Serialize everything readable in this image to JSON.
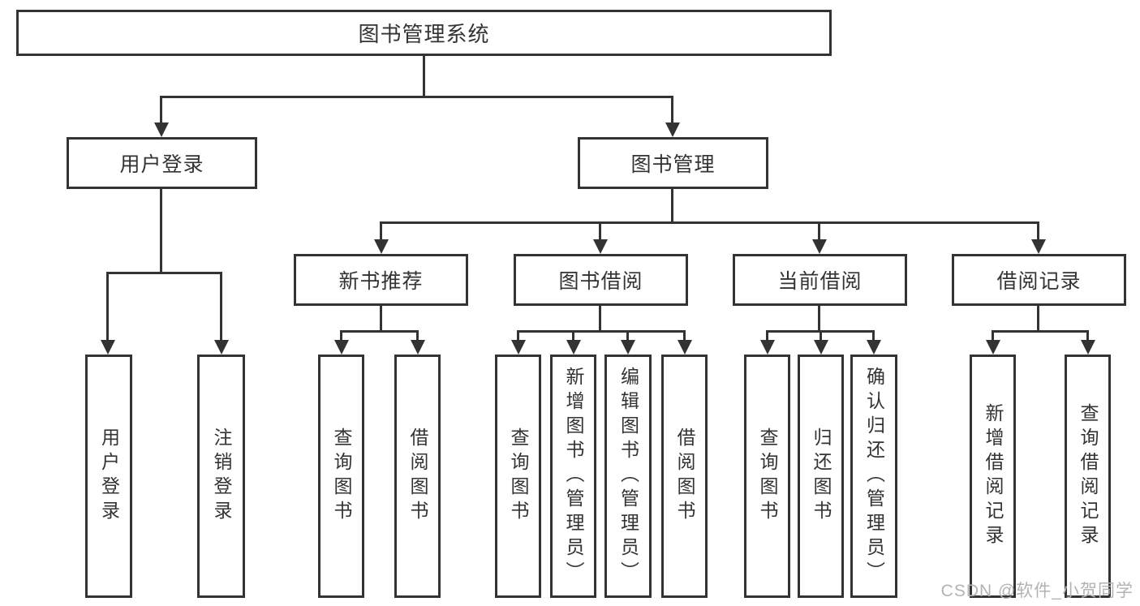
{
  "tree": {
    "root": {
      "label": "图书管理系统"
    },
    "branches": [
      {
        "label": "用户登录",
        "children": [
          {
            "label": "用户登录"
          },
          {
            "label": "注销登录"
          }
        ]
      },
      {
        "label": "图书管理",
        "children": [
          {
            "label": "新书推荐",
            "children": [
              {
                "label": "查询图书"
              },
              {
                "label": "借阅图书"
              }
            ]
          },
          {
            "label": "图书借阅",
            "children": [
              {
                "label": "查询图书"
              },
              {
                "label": "新增图书（管理员）"
              },
              {
                "label": "编辑图书（管理员）"
              },
              {
                "label": "借阅图书"
              }
            ]
          },
          {
            "label": "当前借阅",
            "children": [
              {
                "label": "查询图书"
              },
              {
                "label": "归还图书"
              },
              {
                "label": "确认归还（管理员）"
              }
            ]
          },
          {
            "label": "借阅记录",
            "children": [
              {
                "label": "新增借阅记录"
              },
              {
                "label": "查询借阅记录"
              }
            ]
          }
        ]
      }
    ]
  },
  "watermark": {
    "text": "CSDN @软件_小贺同学"
  },
  "colors": {
    "line": "#333333",
    "text": "#333333",
    "watermark": "#b3b3b3",
    "background": "#ffffff"
  }
}
